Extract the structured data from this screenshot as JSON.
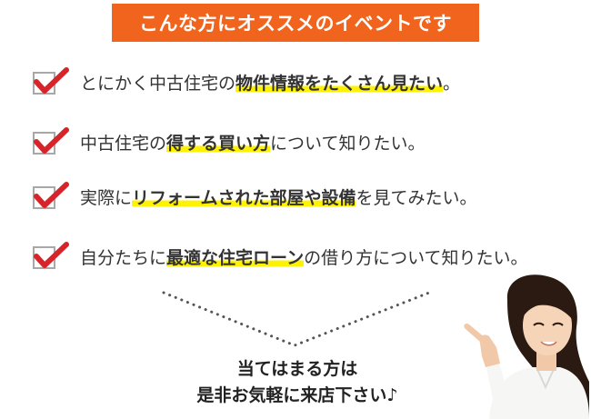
{
  "header": {
    "title": "こんな方にオススメのイベントです"
  },
  "items": [
    {
      "parts": [
        {
          "t": "とにかく中古住宅の"
        },
        {
          "t": "物件情報をたくさん見たい",
          "hl": true
        },
        {
          "t": "。"
        }
      ]
    },
    {
      "parts": [
        {
          "t": "中古住宅の"
        },
        {
          "t": "得する買い方",
          "hl": true
        },
        {
          "t": "について知りたい。"
        }
      ]
    },
    {
      "parts": [
        {
          "t": "実際に"
        },
        {
          "t": "リフォームされた部屋や設備",
          "hl": true
        },
        {
          "t": "を見てみたい。"
        }
      ]
    },
    {
      "parts": [
        {
          "t": "自分たちに"
        },
        {
          "t": "最適な住宅ローン",
          "hl": true
        },
        {
          "t": "の借り方について知りたい。"
        }
      ]
    }
  ],
  "cta": {
    "line1": "当てはまる方は",
    "line2": "是非お気軽に来店下さい♪"
  },
  "icons": {
    "check": "checkbox-check-icon",
    "person": "pointing-woman-illustration"
  },
  "colors": {
    "header_bg": "#f0641e",
    "check": "#d6242a",
    "highlight": "#fff200",
    "text": "#333333"
  }
}
